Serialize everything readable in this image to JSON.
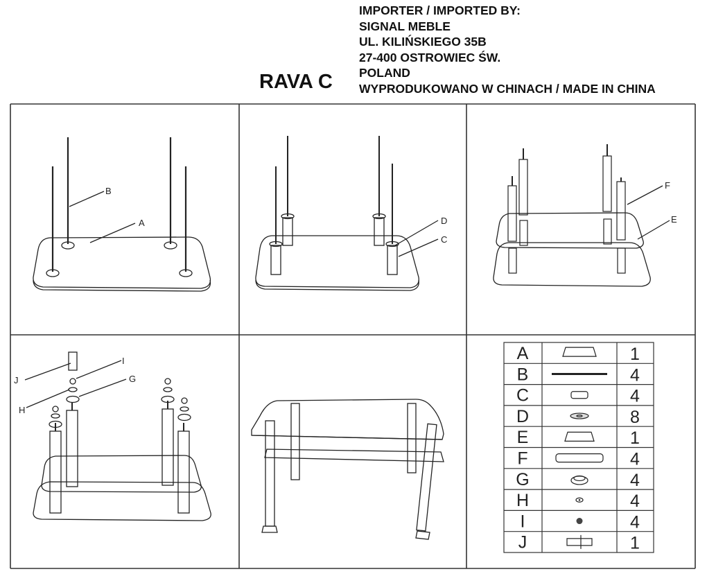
{
  "header": {
    "model": "RAVA C",
    "importer_lines": [
      "IMPORTER / IMPORTED BY:",
      "SIGNAL MEBLE",
      "UL. KILIŃSKIEGO 35B",
      "27-400 OSTROWIEC ŚW.",
      "POLAND",
      "WYPRODUKOWANO W CHINACH / MADE IN CHINA"
    ]
  },
  "steps": {
    "step1": {
      "labels": [
        "A",
        "B"
      ]
    },
    "step2": {
      "labels": [
        "C",
        "D"
      ]
    },
    "step3": {
      "labels": [
        "E",
        "F"
      ]
    },
    "step4": {
      "labels": [
        "G",
        "H",
        "I",
        "J"
      ]
    }
  },
  "parts_table": [
    {
      "letter": "A",
      "part": "top-glass-plate",
      "qty": "1"
    },
    {
      "letter": "B",
      "part": "threaded-rod",
      "qty": "4"
    },
    {
      "letter": "C",
      "part": "short-tube",
      "qty": "4"
    },
    {
      "letter": "D",
      "part": "washer",
      "qty": "8"
    },
    {
      "letter": "E",
      "part": "shelf-glass-plate",
      "qty": "1"
    },
    {
      "letter": "F",
      "part": "long-tube",
      "qty": "4"
    },
    {
      "letter": "G",
      "part": "foot-cap",
      "qty": "4"
    },
    {
      "letter": "H",
      "part": "small-washer",
      "qty": "4"
    },
    {
      "letter": "I",
      "part": "nut",
      "qty": "4"
    },
    {
      "letter": "J",
      "part": "hex-key-tool",
      "qty": "1"
    }
  ]
}
